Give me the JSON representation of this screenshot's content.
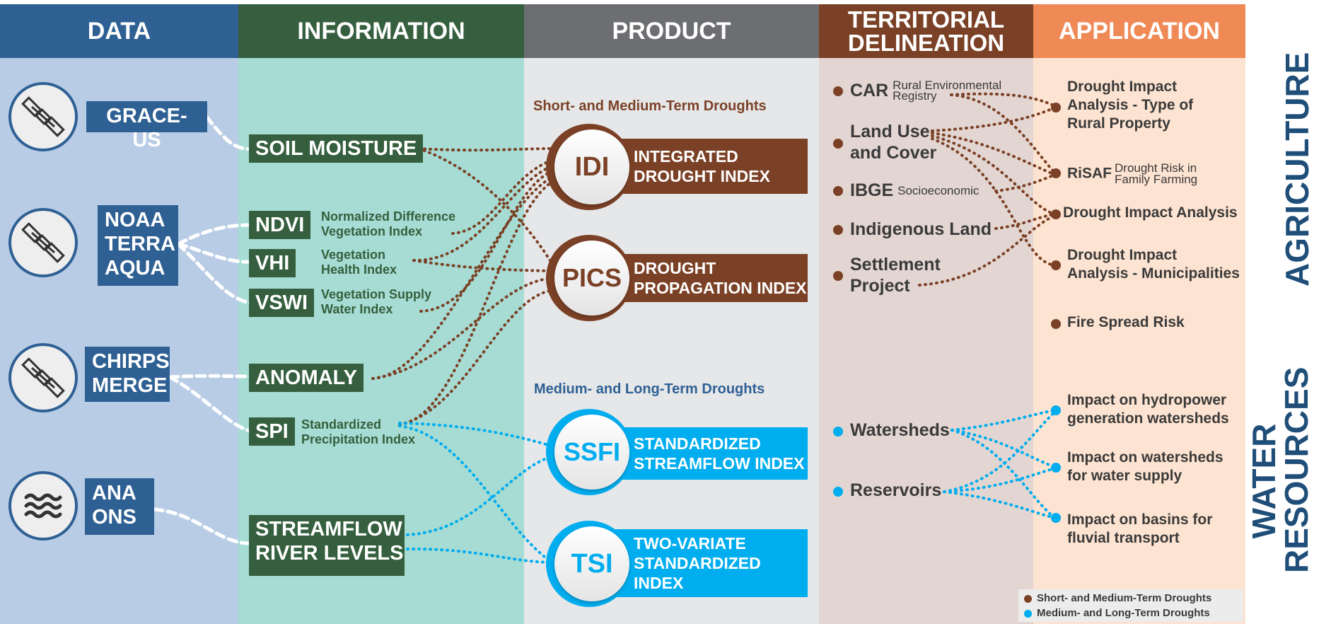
{
  "columns": {
    "data": "DATA",
    "information": "INFORMATION",
    "product": "PRODUCT",
    "territorial_line1": "TERRITORIAL",
    "territorial_line2": "DELINEATION",
    "application": "APPLICATION"
  },
  "data_sources": {
    "grace": "GRACE-US",
    "noaa_1": "NOAA",
    "noaa_2": "TERRA",
    "noaa_3": "AQUA",
    "chirps_1": "CHIRPS",
    "chirps_2": "MERGE",
    "ana_1": "ANA",
    "ana_2": "ONS"
  },
  "information": {
    "soil_moisture": "SOIL MOISTURE",
    "ndvi": "NDVI",
    "ndvi_desc_1": "Normalized Difference",
    "ndvi_desc_2": "Vegetation Index",
    "vhi": "VHI",
    "vhi_desc_1": "Vegetation",
    "vhi_desc_2": "Health Index",
    "vswi": "VSWI",
    "vswi_desc_1": "Vegetation Supply",
    "vswi_desc_2": "Water Index",
    "anomaly": "ANOMALY",
    "spi": "SPI",
    "spi_desc_1": "Standardized",
    "spi_desc_2": "Precipitation Index",
    "streamflow_1": "STREAMFLOW",
    "streamflow_2": "RIVER LEVELS"
  },
  "product": {
    "short_heading": "Short- and Medium-Term Droughts",
    "long_heading": "Medium- and Long-Term Droughts",
    "idi_abbr": "IDI",
    "idi_1": "INTEGRATED",
    "idi_2": "DROUGHT INDEX",
    "pics_abbr": "PICS",
    "pics_1": "DROUGHT",
    "pics_2": "PROPAGATION INDEX",
    "ssfi_abbr": "SSFI",
    "ssfi_1": "STANDARDIZED",
    "ssfi_2": "STREAMFLOW INDEX",
    "tsi_abbr": "TSI",
    "tsi_1": "TWO-VARIATE",
    "tsi_2": "STANDARDIZED",
    "tsi_3": "INDEX"
  },
  "territorial": {
    "car": "CAR",
    "car_desc_1": "Rural Environmental",
    "car_desc_2": "Registry",
    "land_use_1": "Land Use",
    "land_use_2": "and Cover",
    "ibge": "IBGE",
    "ibge_desc": "Socioeconomic",
    "indigenous": "Indigenous Land",
    "settlement_1": "Settlement",
    "settlement_2": "Project",
    "watersheds": "Watersheds",
    "reservoirs": "Reservoirs"
  },
  "application": {
    "dia_rural_1": "Drought Impact",
    "dia_rural_2": "Analysis - Type of",
    "dia_rural_3": "Rural Property",
    "risaf": "RiSAF",
    "risaf_desc_1": "Drought Risk in",
    "risaf_desc_2": "Family Farming",
    "dia": "Drought Impact Analysis",
    "dia_muni_1": "Drought Impact",
    "dia_muni_2": "Analysis - Municipalities",
    "fire": "Fire Spread Risk",
    "hydro_1": "Impact on hydropower",
    "hydro_2": "generation watersheds",
    "supply_1": "Impact on watersheds",
    "supply_2": "for water supply",
    "fluvial_1": "Impact on basins for",
    "fluvial_2": "fluvial transport"
  },
  "sectors": {
    "agriculture": "AGRICULTURE",
    "water_1": "WATER",
    "water_2": "RESOURCES"
  },
  "legend": {
    "short": "Short- and Medium-Term Droughts",
    "long": "Medium- and Long-Term Droughts"
  },
  "colors": {
    "brown": "#7b4126",
    "blue": "#00adef",
    "dark_blue": "#2e6093",
    "dark_green": "#355f3e"
  }
}
